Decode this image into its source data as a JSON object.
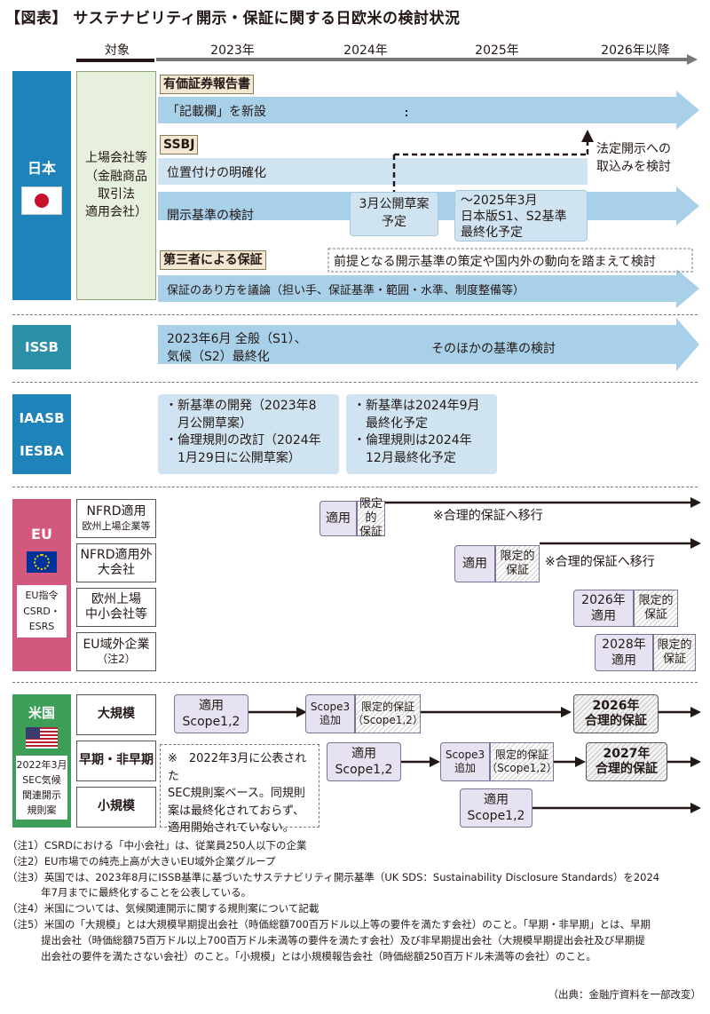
{
  "title": "【図表】 サステナビリティ開示・保証に関する日欧米の検討状況",
  "timeline": {
    "taisho": "対象",
    "years": [
      "2023年",
      "2024年",
      "2025年",
      "2026年以降"
    ]
  },
  "japan": {
    "region": "日本",
    "target": [
      "上場会社等",
      "（金融商品",
      "取引法",
      "適用会社）"
    ],
    "tag1": "有価証券報告書",
    "bar1": "「記載欄」を新設",
    "tag2": "SSBJ",
    "bar2": "位置付けの明確化",
    "legal_note": [
      "法定開示への",
      "取込みを検討"
    ],
    "bar3": "開示基準の検討",
    "box_draft": [
      "3月公開草案",
      "予定"
    ],
    "box_final": [
      "～2025年3月",
      "日本版S1、S2基準",
      "最終化予定"
    ],
    "tag3": "第三者による保証",
    "premise": "前提となる開示基準の策定や国内外の動向を踏まえて検討",
    "bar4": "保証のあり方を議論（担い手、保証基準・範囲・水準、制度整備等）"
  },
  "issb": {
    "region": "ISSB",
    "box": [
      "2023年6月 全般（S1）、",
      "気候（S2）最終化"
    ],
    "bar": "そのほかの基準の検討"
  },
  "iaasb": {
    "region1": "IAASB",
    "region2": "IESBA",
    "box1": [
      "・新基準の開発（2023年8",
      "　月公開草案）",
      "・倫理規則の改訂（2024年",
      "　1月29日に公開草案）"
    ],
    "box2": [
      "・新基準は2024年9月",
      "　最終化予定",
      "・倫理規則は2024年",
      "　12月最終化予定"
    ]
  },
  "eu": {
    "region": "EU",
    "directive": [
      "EU指令",
      "CSRD・",
      "ESRS"
    ],
    "entities": [
      [
        "NFRD適用",
        "欧州上場企業等"
      ],
      [
        "NFRD適用外",
        "大会社"
      ],
      [
        "欧州上場",
        "中小会社等"
      ],
      [
        "EU域外企業",
        "（注2）"
      ]
    ],
    "apply": "適用",
    "limited": [
      "限定的",
      "保証"
    ],
    "y2026": [
      "2026年",
      "適用"
    ],
    "y2028": [
      "2028年",
      "適用"
    ],
    "to_reasonable": "※合理的保証へ移行"
  },
  "us": {
    "region": "米国",
    "sec": [
      "2022年3月",
      "SEC気候",
      "関連開示",
      "規則案"
    ],
    "entities": [
      "大規模",
      "早期・非早期",
      "小規模"
    ],
    "apply_scope": [
      "適用",
      "Scope1,2"
    ],
    "scope3": [
      "Scope3",
      "追加"
    ],
    "limited_scope": [
      "限定的保証",
      "（Scope1,2）"
    ],
    "r2026": [
      "2026年",
      "合理的保証"
    ],
    "r2027": [
      "2027年",
      "合理的保証"
    ],
    "note": [
      "※　2022年3月に公表された",
      "SEC規則案ベース。同規則",
      "案は最終化されておらず、",
      "適用開始されていない。"
    ]
  },
  "notes": [
    "（注1）CSRDにおける「中小会社」は、従業員250人以下の企業",
    "（注2）EU市場での純売上高が大きいEU域外企業グループ",
    "（注3）英国では、2023年8月にISSB基準に基づいたサステナビリティ開示基準（UK SDS：Sustainability Disclosure Standards）を2024",
    "　　　 年7月までに最終化することを公表している。",
    "（注4）米国については、気候関連開示に関する規則案について記載",
    "（注5）米国の「大規模」とは大規模早期提出会社（時価総額700百万ドル以上等の要件を満たす会社）のこと。「早期・非早期」とは、早期",
    "　　　 提出会社（時価総額75百万ドル以上700百万ドル未満等の要件を満たす会社）及び非早期提出会社（大規模早期提出会社及び早期提",
    "　　　 出会社の要件を満たさない会社）のこと。「小規模」とは小規模報告会社（時価総額250百万ドル未満等の会社）のこと。"
  ],
  "source": "（出典：金融庁資料を一部改変）",
  "colors": {
    "japan": "#1d83b8",
    "issb": "#2b8fa6",
    "iaasb": "#1d83b8",
    "eu": "#d2587e",
    "us": "#3d9e57",
    "bar": "#cfe3f1",
    "arrow": "#a8d0e8",
    "target_green": "#e6f0dc"
  }
}
